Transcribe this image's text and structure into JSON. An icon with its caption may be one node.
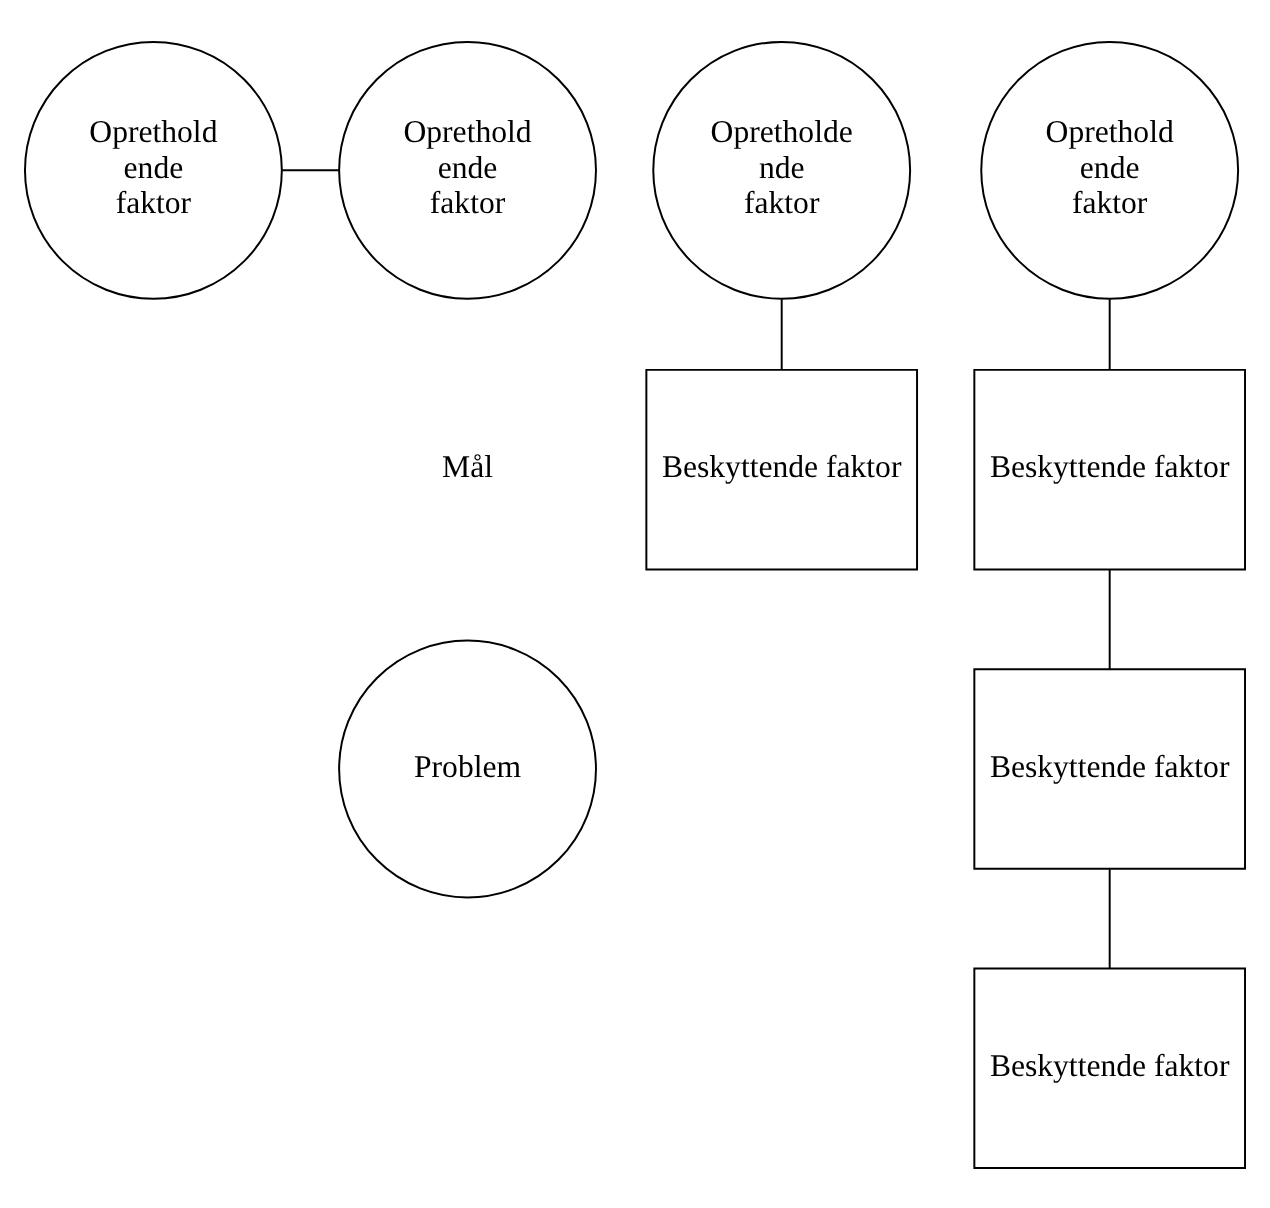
{
  "diagram": {
    "nodes": [
      {
        "text": [
          "Oprethold ende faktor"
        ]
      },
      {
        "text": [
          "Oprethold ende faktor"
        ]
      },
      {
        "text": [
          "Opretholde nde faktor"
        ]
      },
      {
        "text": [
          "Oprethold ende faktor"
        ]
      },
      {
        "text": [
          "Problem"
        ]
      },
      {
        "text": [
          "Beskyttende faktor"
        ]
      },
      {
        "text": [
          "Beskyttende faktor"
        ]
      },
      {
        "text": [
          "Beskyttende faktor"
        ]
      },
      {
        "text": [
          "Beskyttende faktor"
        ]
      }
    ],
    "edges": [
      {
        "from": 0,
        "to": 1,
        "arrow": "none"
      },
      {
        "from": 2,
        "to": 5,
        "arrow": "none"
      },
      {
        "from": 3,
        "to": 6,
        "arrow": "none"
      },
      {
        "from": 6,
        "to": 7,
        "arrow": "none"
      },
      {
        "from": 7,
        "to": 8,
        "arrow": "none"
      }
    ],
    "labels": [
      "Mål"
    ]
  }
}
